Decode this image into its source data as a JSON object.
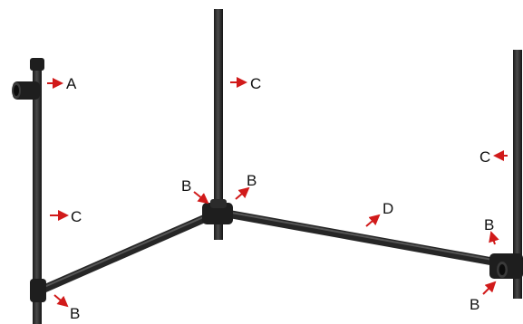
{
  "colors": {
    "pipe": "#2a2a2a",
    "pipe_highlight": "#5a5a5a",
    "fitting": "#1e1e1e",
    "arrow": "#d11a1a",
    "label": "#111111"
  },
  "labels": {
    "a_left_top": "A",
    "c_left_mid": "C",
    "b_left_bottom": "B",
    "c_center_top": "C",
    "b_center_left": "B",
    "b_center_right": "B",
    "d_right_pipe": "D",
    "c_right_top": "C",
    "b_right_upper": "B",
    "b_right_lower": "B"
  }
}
